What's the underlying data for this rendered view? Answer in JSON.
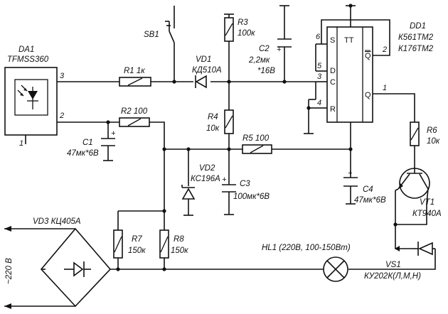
{
  "components": {
    "da1": {
      "ref": "DA1",
      "part": "TFMSS360",
      "pin3": "3",
      "pin2": "2",
      "pin1": "1"
    },
    "r1": {
      "ref": "R1",
      "value": "1к"
    },
    "r2": {
      "ref": "R2",
      "value": "100"
    },
    "c1": {
      "ref": "C1",
      "value": "47мк*6В"
    },
    "sb1": {
      "ref": "SB1"
    },
    "vd1": {
      "ref": "VD1",
      "part": "КД510А"
    },
    "r3": {
      "ref": "R3",
      "value": "100к"
    },
    "c2": {
      "ref": "C2",
      "value": "2,2мк",
      "rating": "*16В"
    },
    "r4": {
      "ref": "R4",
      "value": "10к"
    },
    "r5": {
      "ref": "R5",
      "value": "100"
    },
    "vd2": {
      "ref": "VD2",
      "part": "КС196А"
    },
    "c3": {
      "ref": "C3",
      "value": "100мк*6В"
    },
    "c4": {
      "ref": "C4",
      "value": "47мк*6В"
    },
    "dd1": {
      "ref": "DD1",
      "part1": "К561ТМ2",
      "part2": "К176ТМ2",
      "block": "TT",
      "pin_s": "S",
      "pin_d": "D",
      "pin_c": "C",
      "pin_r": "R",
      "pin_q": "Q",
      "pin_qbar": "Q",
      "num6": "6",
      "num5": "5",
      "num3": "3",
      "num4": "4",
      "num1": "1",
      "num2": "2"
    },
    "r6": {
      "ref": "R6",
      "value": "10к"
    },
    "vt1": {
      "ref": "VT1",
      "part": "КТ940А"
    },
    "vd3": {
      "ref": "VD3",
      "part": "КЦ405А"
    },
    "r7": {
      "ref": "R7",
      "value": "150к"
    },
    "r8": {
      "ref": "R8",
      "value": "150к"
    },
    "hl1": {
      "label": "HL1 (220В, 100-150Вт)"
    },
    "vs1": {
      "ref": "VS1",
      "part": "КУ202К(Л,М,Н)"
    },
    "mains": {
      "label": "~220 В"
    }
  }
}
